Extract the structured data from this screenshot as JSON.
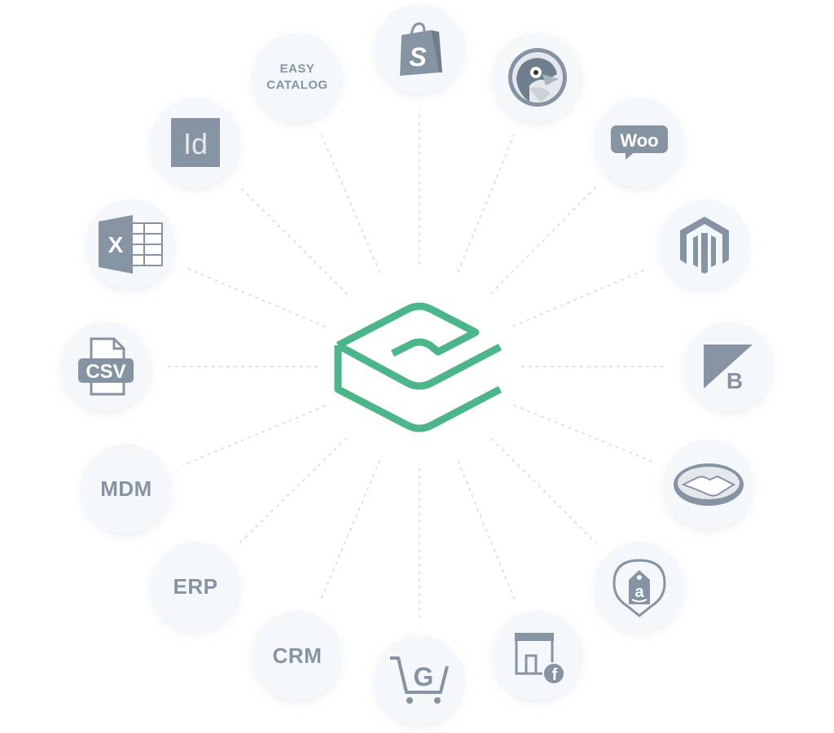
{
  "colors": {
    "accent": "#4cb68a",
    "icon": "#8593a3",
    "node_bg": "#f5f8fb",
    "line": "#d3dae3"
  },
  "center": {
    "icon": "product-data-hub-logo-icon"
  },
  "nodes": [
    {
      "id": "shopify",
      "icon": "shopify-bag-icon",
      "label": "S"
    },
    {
      "id": "prestashop",
      "icon": "prestashop-puffin-icon"
    },
    {
      "id": "woocommerce",
      "icon": "woocommerce-icon",
      "label": "Woo"
    },
    {
      "id": "magento",
      "icon": "magento-icon"
    },
    {
      "id": "bigcommerce",
      "icon": "bigcommerce-icon",
      "label": "B"
    },
    {
      "id": "mercadolibre",
      "icon": "handshake-icon"
    },
    {
      "id": "amazon",
      "icon": "amazon-tag-icon",
      "label": "a"
    },
    {
      "id": "facebook-shop",
      "icon": "facebook-shop-icon",
      "label": "f"
    },
    {
      "id": "google-shopping",
      "icon": "google-shopping-cart-icon",
      "label": "G"
    },
    {
      "id": "crm",
      "label": "CRM"
    },
    {
      "id": "erp",
      "label": "ERP"
    },
    {
      "id": "mdm",
      "label": "MDM"
    },
    {
      "id": "csv",
      "icon": "csv-file-icon",
      "label": "CSV"
    },
    {
      "id": "excel",
      "icon": "excel-icon",
      "label": "X"
    },
    {
      "id": "indesign",
      "icon": "indesign-icon",
      "label": "Id"
    },
    {
      "id": "easycatalog",
      "label_line1": "EASY",
      "label_line2": "CATALOG"
    }
  ]
}
